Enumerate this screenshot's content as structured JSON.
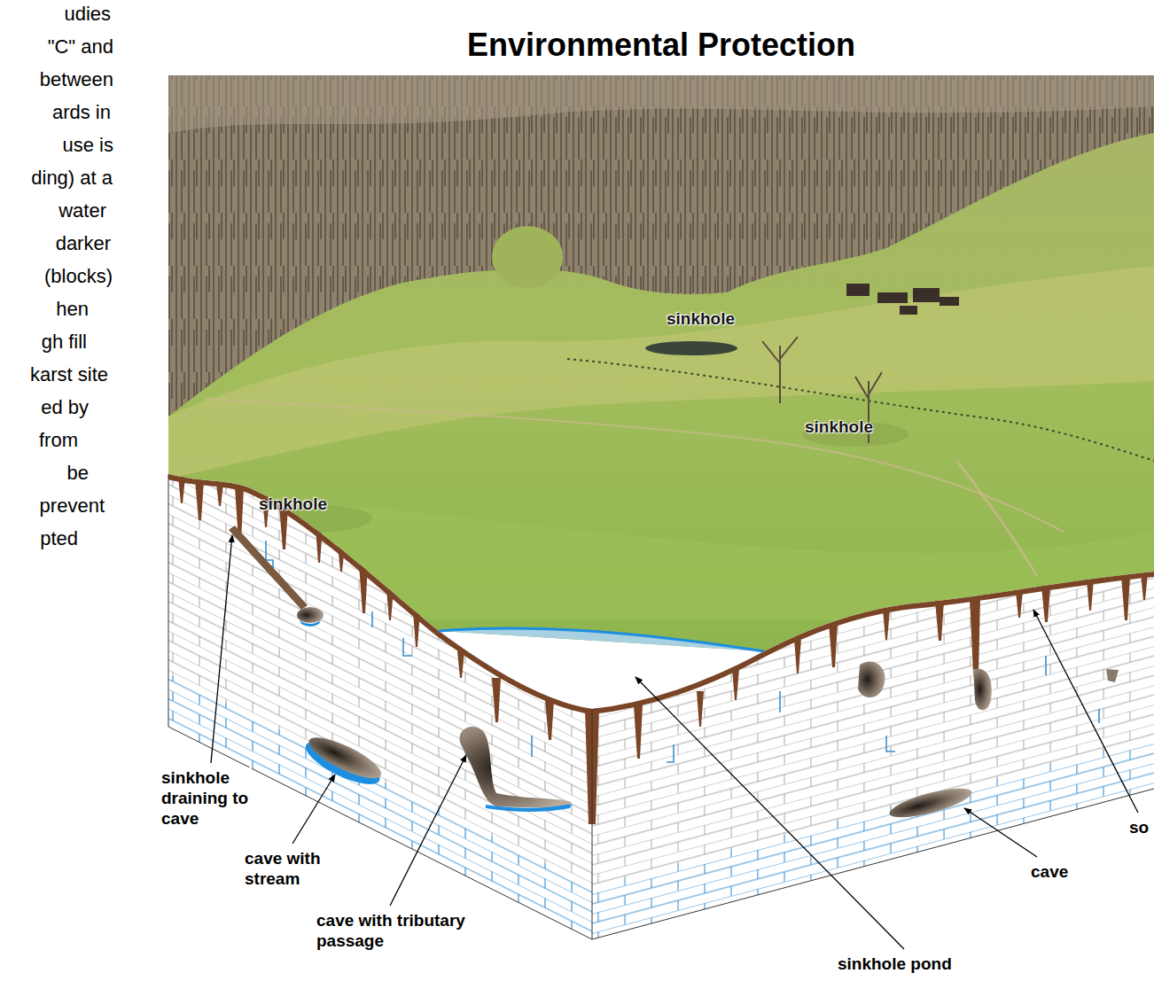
{
  "diagram": {
    "title": "Environmental Protection",
    "labels": [
      "udies",
      "\"C\" and",
      "between",
      "ards in",
      "use is",
      "ding) at a",
      "water",
      "darker",
      "(blocks)",
      "hen",
      "gh fill",
      "karst site",
      "ed by",
      "from",
      "be",
      "prevent",
      "pted",
      "sinkhole",
      "sinkhole",
      "sinkhole",
      "sinkhole draining to cave",
      "cave with stream",
      "cave with tributary passage",
      "sinkhole pond",
      "cave",
      "so"
    ]
  }
}
